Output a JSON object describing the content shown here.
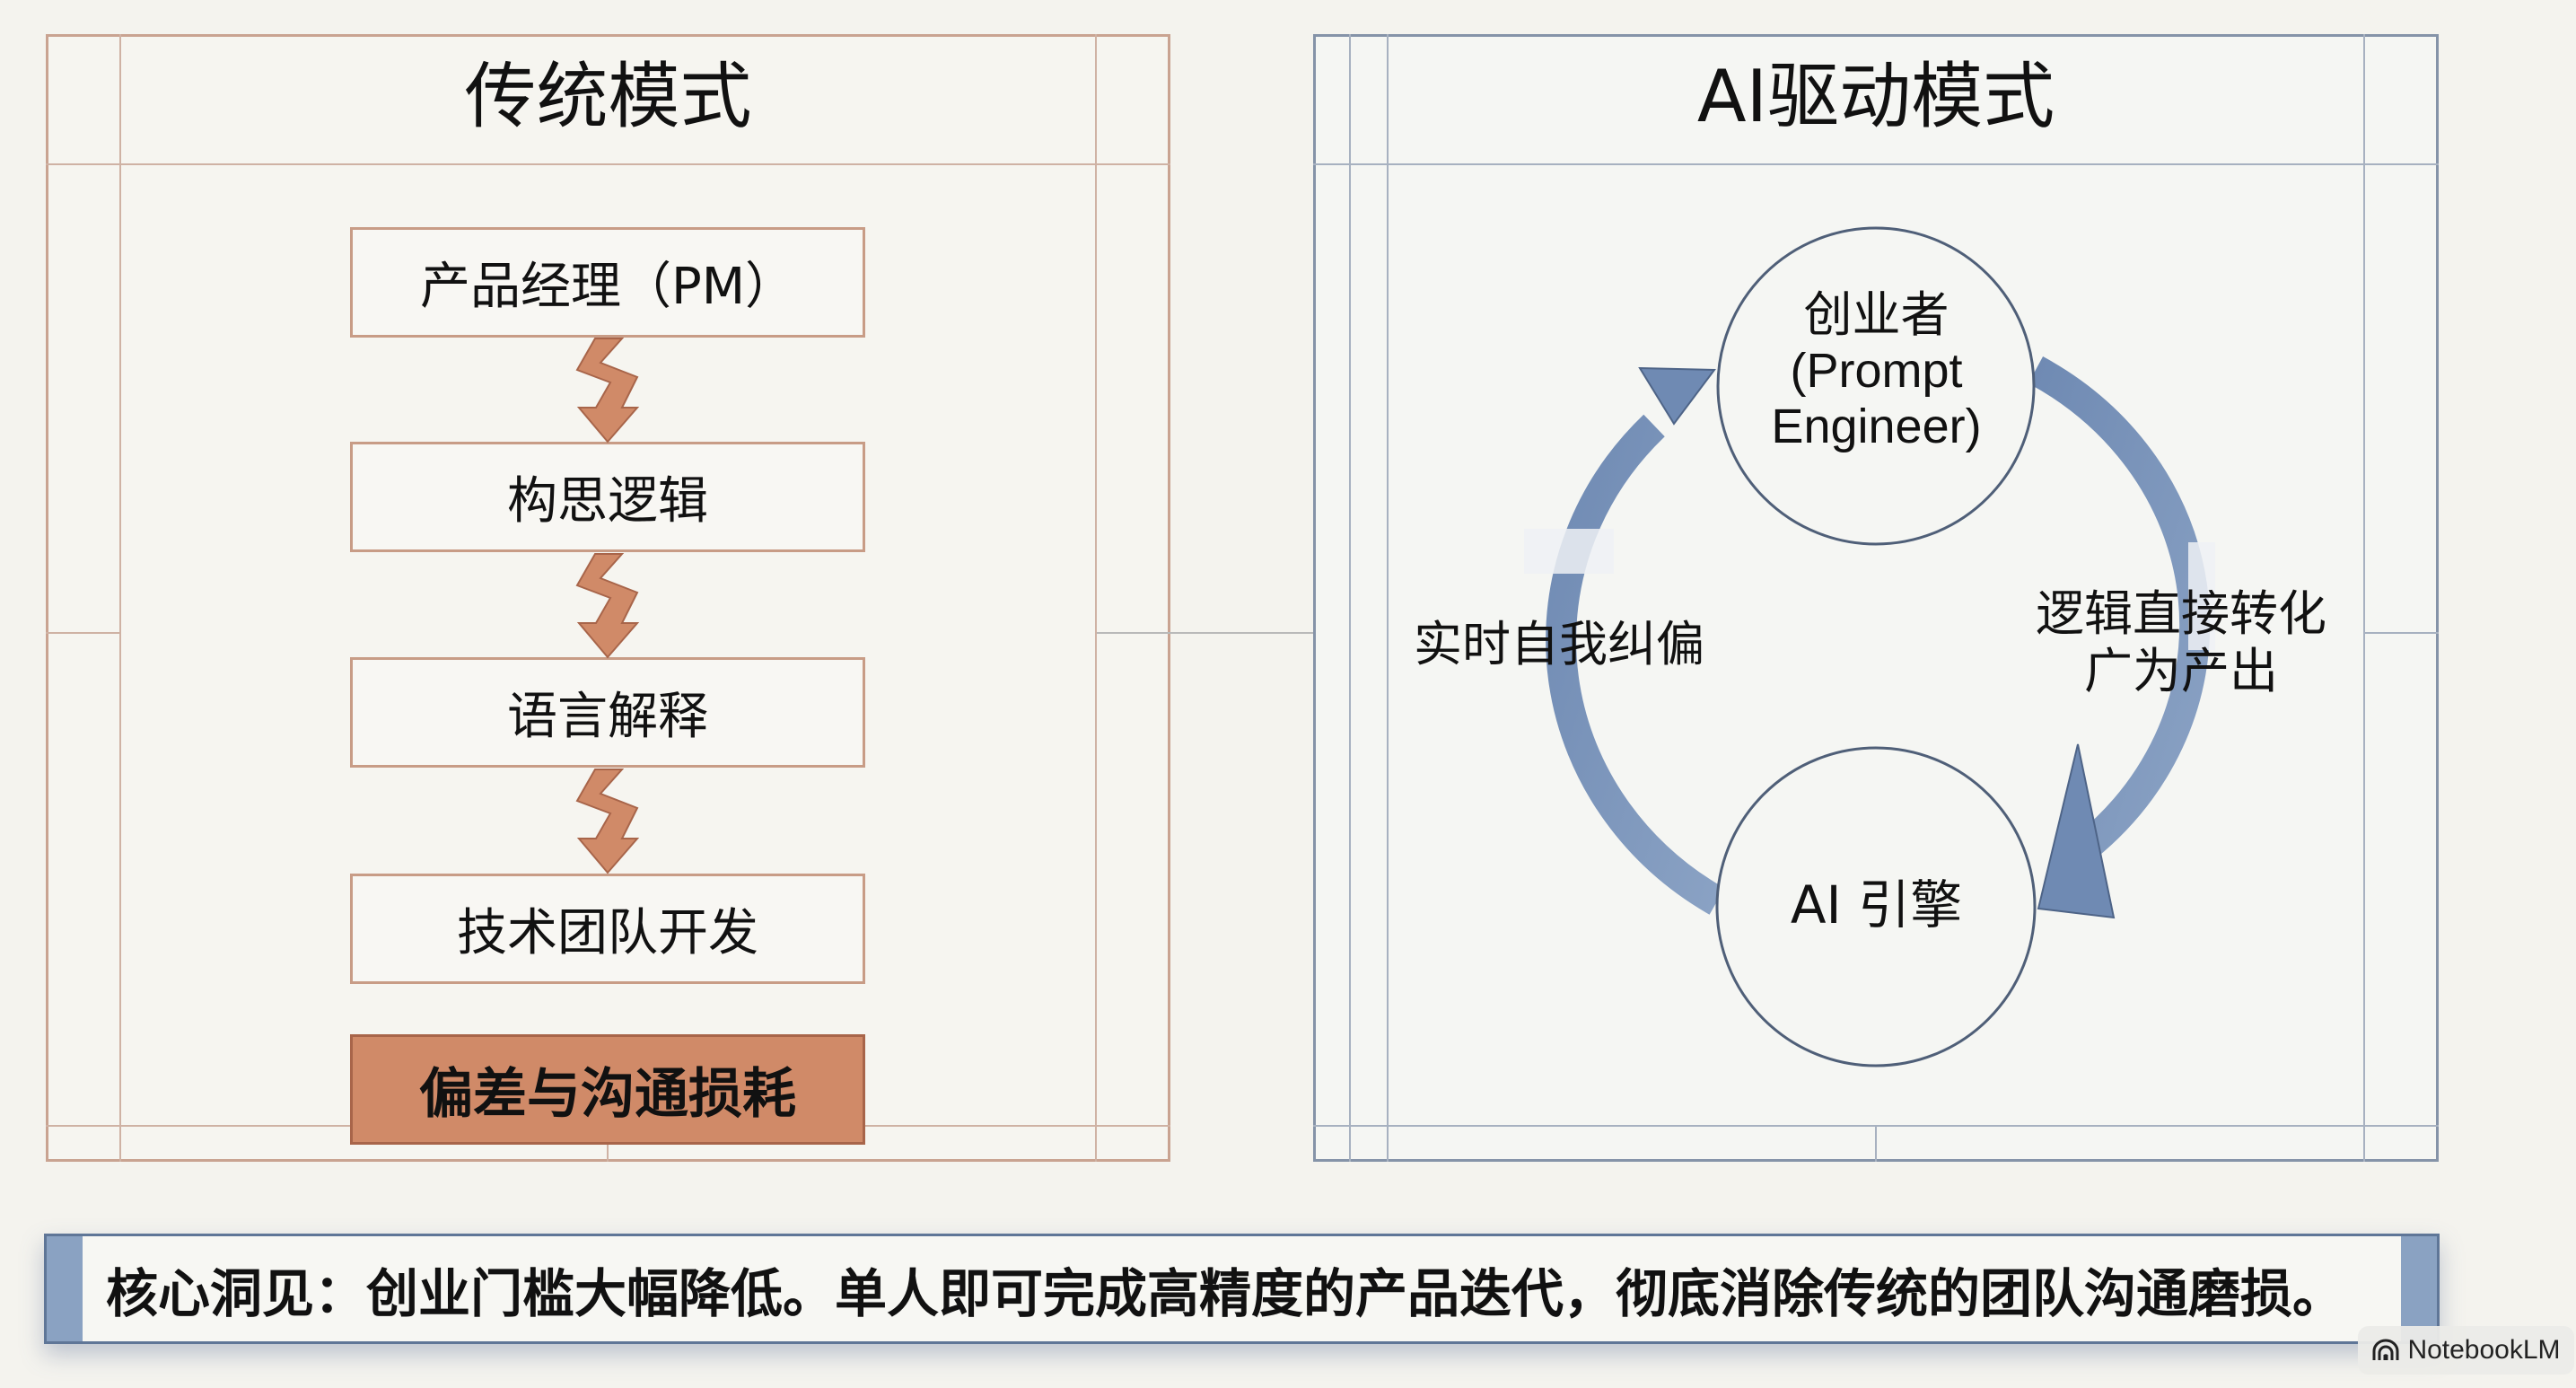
{
  "left_panel": {
    "title": "传统模式",
    "steps": [
      {
        "label": "产品经理（PM）"
      },
      {
        "label": "构思逻辑"
      },
      {
        "label": "语言解释"
      },
      {
        "label": "技术团队开发"
      }
    ],
    "result": "偏差与沟通损耗",
    "colors": {
      "frame": "#c9a391",
      "arrow": "#d08a68",
      "result_fill": "#d08a68"
    }
  },
  "right_panel": {
    "title": "AI驱动模式",
    "nodes": {
      "top": {
        "line1": "创业者",
        "line2": "(Prompt",
        "line3": "Engineer)"
      },
      "bottom": {
        "label": "AI 引擎"
      }
    },
    "flows": {
      "right": {
        "line1": "逻辑直接转化",
        "line2": "广为产出"
      },
      "left": {
        "label": "实时自我纠偏"
      }
    },
    "colors": {
      "frame": "#8593a8",
      "arrow": "#7590b8"
    }
  },
  "insight": {
    "text": "核心洞见：创业门槛大幅降低。单人即可完成高精度的产品迭代，彻底消除传统的团队沟通磨损。"
  },
  "watermark": {
    "label": "NotebookLM",
    "icon": "notebooklm-logo-icon"
  }
}
